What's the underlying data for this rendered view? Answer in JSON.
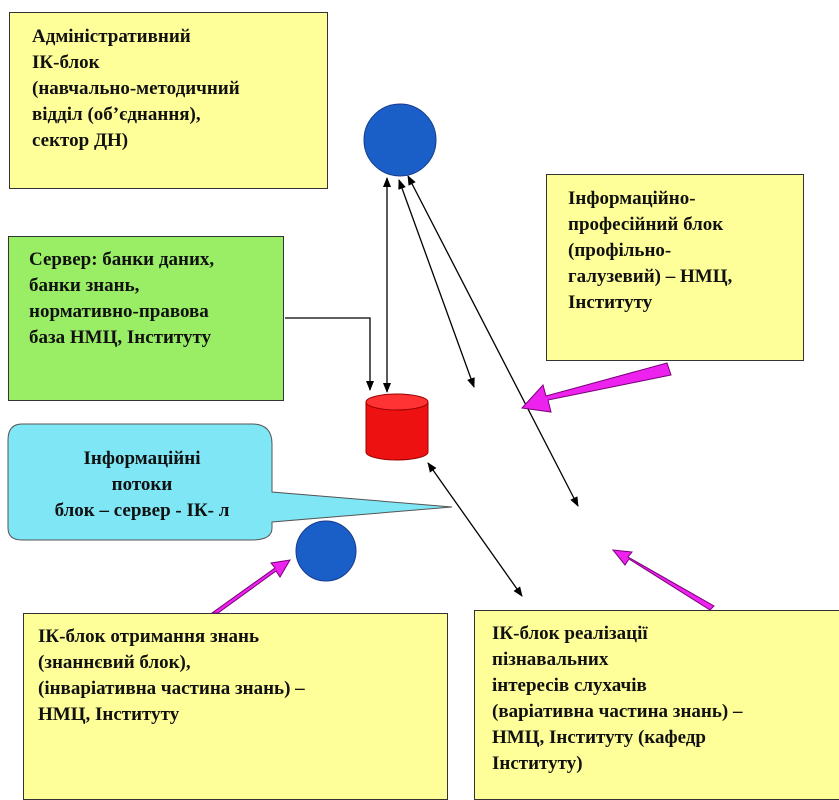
{
  "blocks": {
    "admin": "Адміністративний\nІК-блок\n(навчально-методичний\nвідділ (об’єднання),\nсектор ДН)",
    "server": "Сервер: банки даних,\nбанки знань,\nнормативно-правова\nбаза НМЦ, Інституту",
    "professional": "Інформаційно-\nпрофесійний блок\n(профільно-\nгалузевий) – НМЦ,\nІнституту",
    "knowledge": "ІК-блок отримання знань\n(знаннєвий блок),\n(інваріативна частина знань) –\nНМЦ, Інституту",
    "interests": "ІК-блок реалізації\nпізнавальних\nінтересів слухачів\n(варіативна частина знань) –\nНМЦ, Інституту (кафедр\nІнституту)"
  },
  "callout": {
    "text": "Інформаційні\nпотоки\nблок – сервер - ІК- л"
  },
  "colors": {
    "yellow_block": "#ffff99",
    "green_block": "#99ee66",
    "callout_fill": "#7fe6f5",
    "node_blue": "#1a5fc8",
    "database_red": "#ee1111",
    "magenta_arrow": "#ee22ee"
  }
}
